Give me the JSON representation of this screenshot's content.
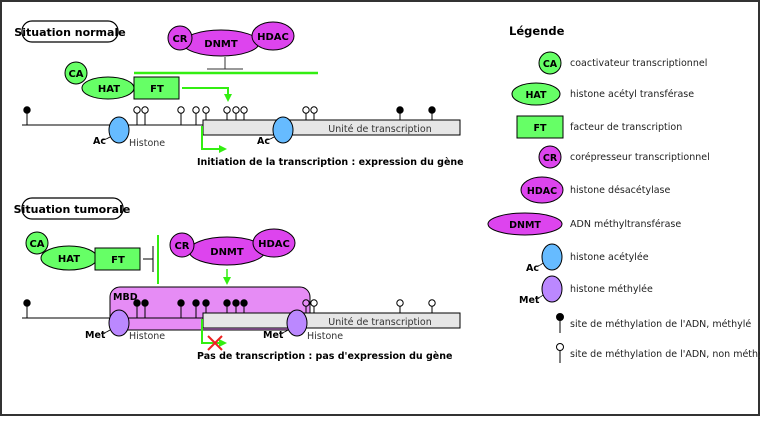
{
  "colors": {
    "green": "#66ff66",
    "green_line": "#33ee11",
    "magenta": "#dd44ee",
    "mbd": "#e68cf5",
    "blue": "#66bbff",
    "violet": "#bb88ff",
    "gray": "#e6e6e6",
    "red": "#ee2222"
  },
  "normal": {
    "title": "Situation normale",
    "ca": "CA",
    "hat": "HAT",
    "ft": "FT",
    "cr": "CR",
    "dnmt": "DNMT",
    "hdac": "HDAC",
    "histone1_mark": "Ac",
    "histone1_label": "Histone",
    "histone2_mark": "Ac",
    "unit_label": "Unité de transcription",
    "caption": "Initiation de la transcription : expression du gène"
  },
  "tumoral": {
    "title": "Situation tumorale",
    "ca": "CA",
    "hat": "HAT",
    "ft": "FT",
    "cr": "CR",
    "dnmt": "DNMT",
    "hdac": "HDAC",
    "mbd": "MBD",
    "histone1_mark": "Met",
    "histone1_label": "Histone",
    "histone2_mark": "Met",
    "histone2_label": "Histone",
    "unit_label": "Unité de transcription",
    "caption": "Pas de transcription : pas d'expression du gène"
  },
  "legend": {
    "title": "Légende",
    "items": [
      {
        "symbol": "CA",
        "label": "coactivateur transcriptionnel"
      },
      {
        "symbol": "HAT",
        "label": "histone acétyl transférase"
      },
      {
        "symbol": "FT",
        "label": "facteur de transcription"
      },
      {
        "symbol": "CR",
        "label": "corépresseur transcriptionnel"
      },
      {
        "symbol": "HDAC",
        "label": "histone désacétylase"
      },
      {
        "symbol": "DNMT",
        "label": "ADN méthyltransférase"
      },
      {
        "symbol": "Ac",
        "label": "histone acétylée"
      },
      {
        "symbol": "Met",
        "label": "histone méthylée"
      },
      {
        "symbol": "",
        "label": "site de méthylation de l'ADN, méthylé"
      },
      {
        "symbol": "",
        "label": "site de méthylation de l'ADN, non méthylé"
      }
    ]
  }
}
